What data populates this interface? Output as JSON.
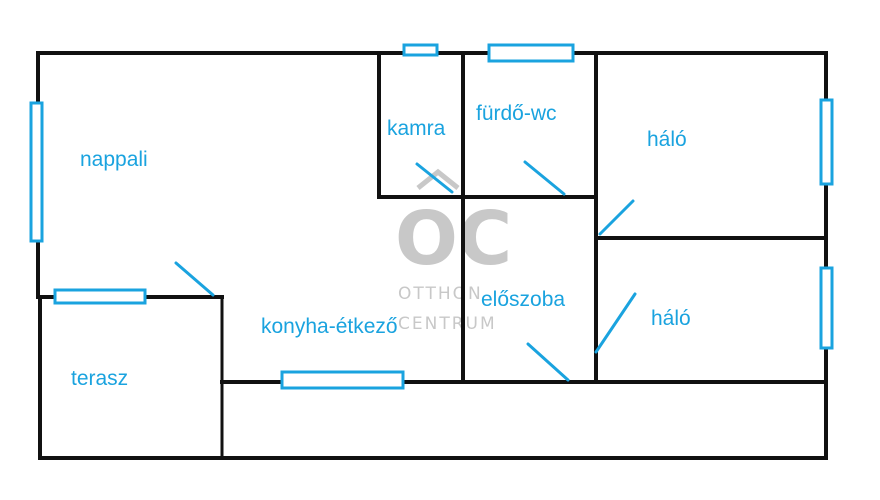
{
  "colors": {
    "wall": "#111111",
    "window": "#1aa3df",
    "label": "#1aa3df",
    "watermark": "#c8c8c8"
  },
  "rooms": {
    "nappali": "nappali",
    "kamra": "kamra",
    "furdo": "fürdő-wc",
    "halo_top": "háló",
    "eloszoba": "előszoba",
    "halo_bottom": "háló",
    "konyha": "konyha-étkező",
    "terasz": "terasz"
  },
  "watermark": {
    "logo": "OC",
    "line1": "OTTHON",
    "line2": "CENTRUM"
  }
}
